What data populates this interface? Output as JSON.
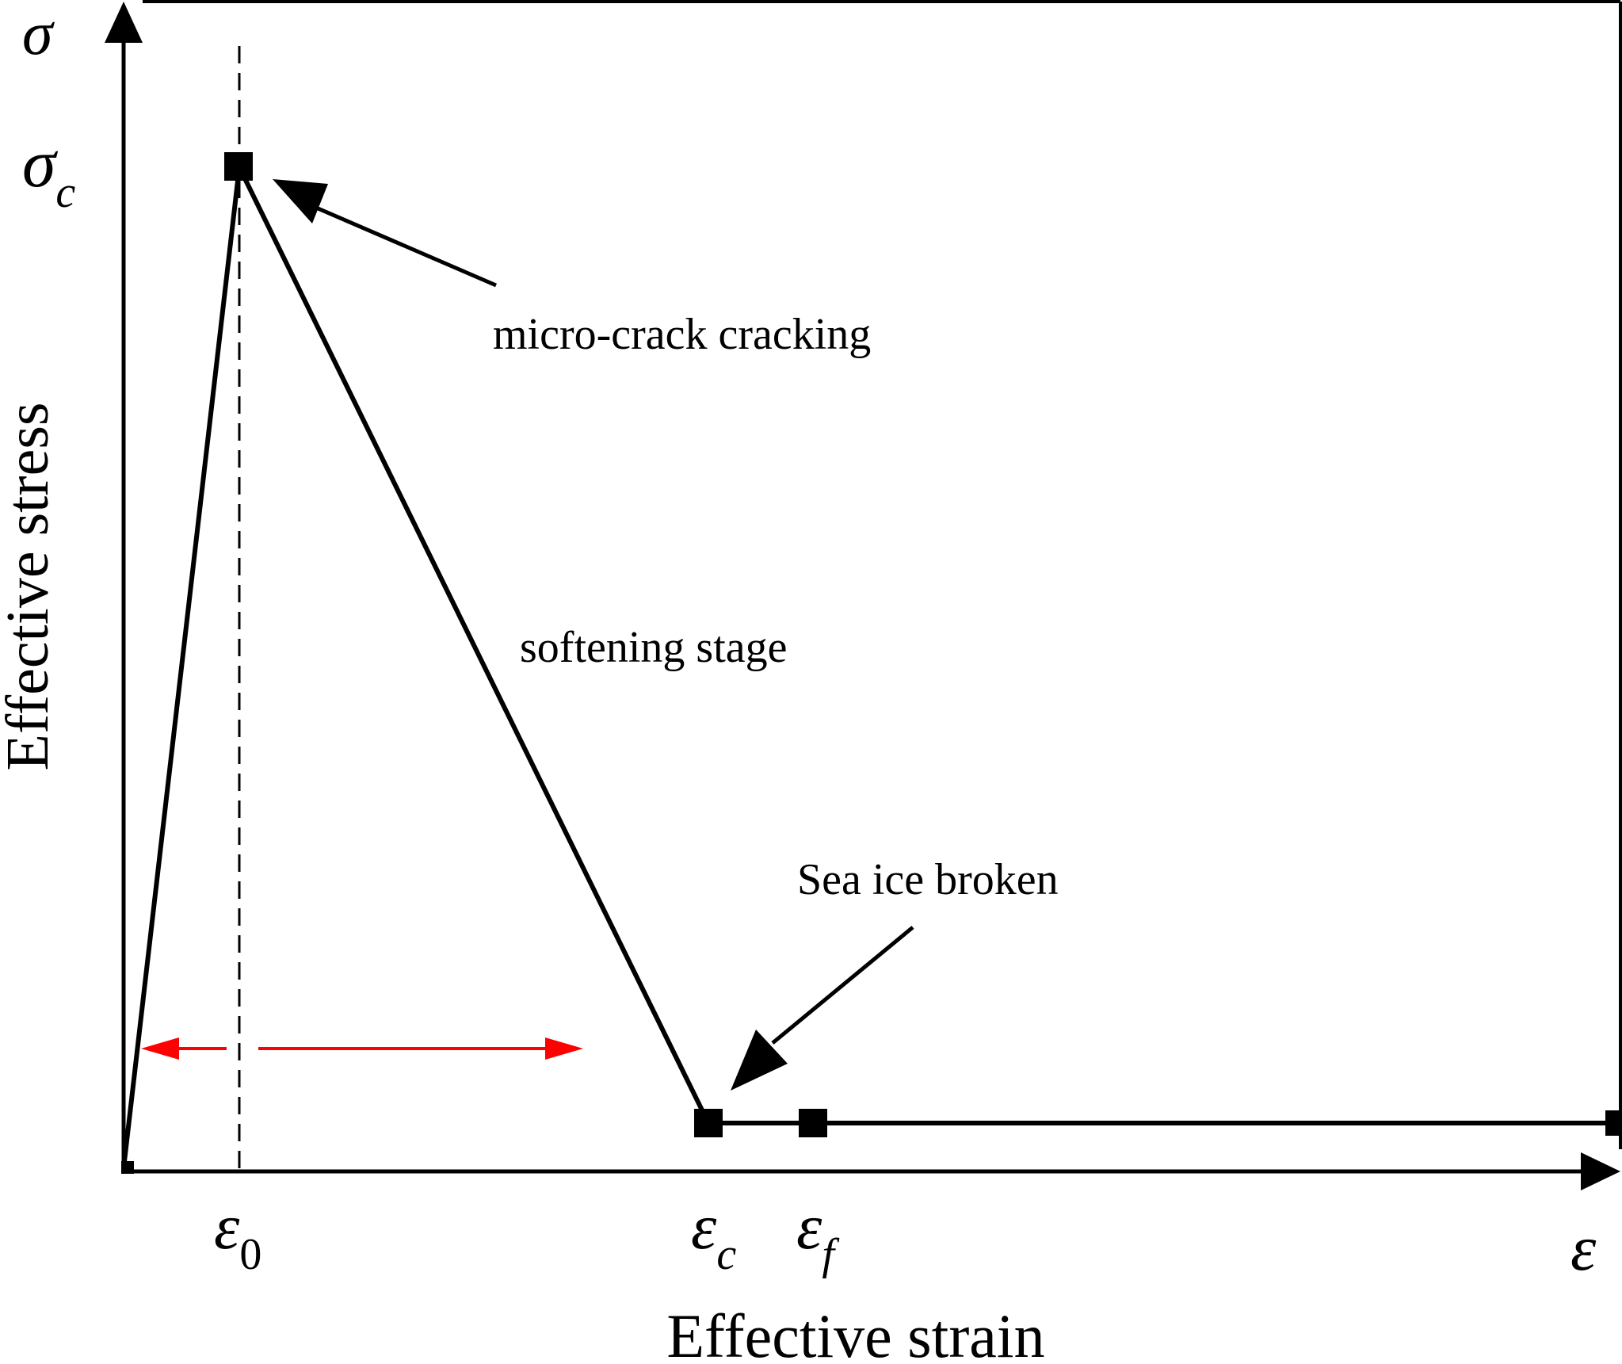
{
  "symbols": {
    "y_axis_symbol": "σ",
    "peak_stress": "σ",
    "peak_stress_sub": "c",
    "strain_zero": "ε",
    "strain_zero_sub": "0",
    "strain_c": "ε",
    "strain_c_sub": "c",
    "strain_f": "ε",
    "strain_f_sub": "f",
    "x_axis_symbol": "ε"
  },
  "labels": {
    "y_axis": "Effective stress",
    "x_axis": "Effective strain",
    "micro_crack": "micro-crack cracking",
    "softening": "softening stage",
    "broken": "Sea ice broken"
  },
  "colors": {
    "line": "#000000",
    "range_arrow": "#ff0000",
    "background": "#ffffff"
  }
}
